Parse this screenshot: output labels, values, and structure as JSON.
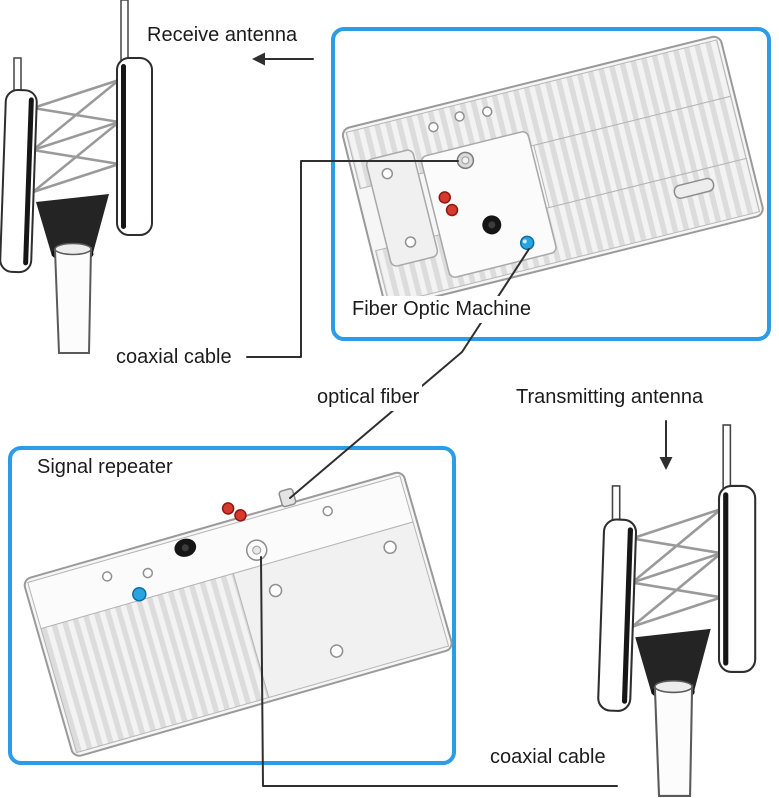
{
  "labels": {
    "receive_antenna": "Receive antenna",
    "fiber_optic_machine": "Fiber Optic Machine",
    "coaxial_cable_top": "coaxial cable",
    "optical_fiber": "optical fiber",
    "transmitting_antenna": "Transmitting antenna",
    "signal_repeater": "Signal repeater",
    "coaxial_cable_bottom": "coaxial cable"
  },
  "colors": {
    "box_border_blue": "#2b9ce8",
    "connector_line": "#2f2f2f",
    "red_connector": "#d63a2f",
    "blue_connector": "#27a5dc",
    "machine_body": "#f6f6f6",
    "antenna_dark": "#242424"
  },
  "icons": {
    "receive_antenna_arrow": "left-arrow",
    "transmitting_antenna_arrow": "down-arrow"
  }
}
